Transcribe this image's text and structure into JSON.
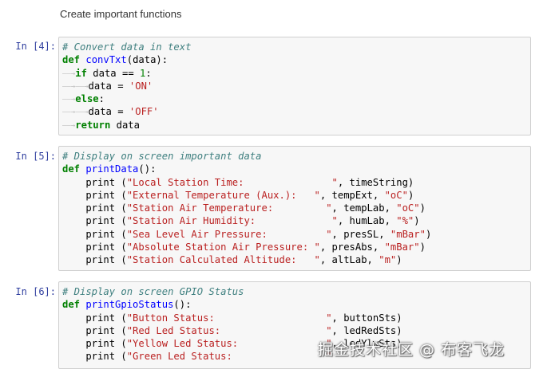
{
  "markdown": {
    "text": "Create important functions"
  },
  "cells": [
    {
      "prompt": "In [4]:",
      "lines": [
        [
          {
            "t": "cm",
            "v": "# Convert data in text"
          }
        ],
        [
          {
            "t": "kw",
            "v": "def "
          },
          {
            "t": "fn",
            "v": "convTxt"
          },
          {
            "t": "op",
            "v": "(data):"
          }
        ],
        [
          {
            "t": "tab",
            "v": "——→"
          },
          {
            "t": "kw",
            "v": "if"
          },
          {
            "t": "op",
            "v": " data "
          },
          {
            "t": "op",
            "v": "=="
          },
          {
            "t": "op",
            "v": " "
          },
          {
            "t": "nm",
            "v": "1"
          },
          {
            "t": "op",
            "v": ":"
          }
        ],
        [
          {
            "t": "tab",
            "v": "——→——→"
          },
          {
            "t": "op",
            "v": "data = "
          },
          {
            "t": "st",
            "v": "'ON'"
          }
        ],
        [
          {
            "t": "tab",
            "v": "——→"
          },
          {
            "t": "kw",
            "v": "else"
          },
          {
            "t": "op",
            "v": ":"
          }
        ],
        [
          {
            "t": "tab",
            "v": "——→——→"
          },
          {
            "t": "op",
            "v": "data = "
          },
          {
            "t": "st",
            "v": "'OFF'"
          }
        ],
        [
          {
            "t": "tab",
            "v": "——→"
          },
          {
            "t": "kw",
            "v": "return"
          },
          {
            "t": "op",
            "v": " data"
          }
        ]
      ]
    },
    {
      "prompt": "In [5]:",
      "lines": [
        [
          {
            "t": "cm",
            "v": "# Display on screen important data"
          }
        ],
        [
          {
            "t": "kw",
            "v": "def "
          },
          {
            "t": "fn",
            "v": "printData"
          },
          {
            "t": "op",
            "v": "():"
          }
        ],
        [
          {
            "t": "op",
            "v": "    print ("
          },
          {
            "t": "st",
            "v": "\"Local Station Time:               \""
          },
          {
            "t": "op",
            "v": ", timeString)"
          }
        ],
        [
          {
            "t": "op",
            "v": "    print ("
          },
          {
            "t": "st",
            "v": "\"External Temperature (Aux.):   \""
          },
          {
            "t": "op",
            "v": ", tempExt, "
          },
          {
            "t": "st",
            "v": "\"oC\""
          },
          {
            "t": "op",
            "v": ")"
          }
        ],
        [
          {
            "t": "op",
            "v": "    print ("
          },
          {
            "t": "st",
            "v": "\"Station Air Temperature:         \""
          },
          {
            "t": "op",
            "v": ", tempLab, "
          },
          {
            "t": "st",
            "v": "\"oC\""
          },
          {
            "t": "op",
            "v": ")"
          }
        ],
        [
          {
            "t": "op",
            "v": "    print ("
          },
          {
            "t": "st",
            "v": "\"Station Air Humidity:             \""
          },
          {
            "t": "op",
            "v": ", humLab, "
          },
          {
            "t": "st",
            "v": "\"%\""
          },
          {
            "t": "op",
            "v": ")"
          }
        ],
        [
          {
            "t": "op",
            "v": "    print ("
          },
          {
            "t": "st",
            "v": "\"Sea Level Air Pressure:          \""
          },
          {
            "t": "op",
            "v": ", presSL, "
          },
          {
            "t": "st",
            "v": "\"mBar\""
          },
          {
            "t": "op",
            "v": ")"
          }
        ],
        [
          {
            "t": "op",
            "v": "    print ("
          },
          {
            "t": "st",
            "v": "\"Absolute Station Air Pressure: \""
          },
          {
            "t": "op",
            "v": ", presAbs, "
          },
          {
            "t": "st",
            "v": "\"mBar\""
          },
          {
            "t": "op",
            "v": ")"
          }
        ],
        [
          {
            "t": "op",
            "v": "    print ("
          },
          {
            "t": "st",
            "v": "\"Station Calculated Altitude:   \""
          },
          {
            "t": "op",
            "v": ", altLab, "
          },
          {
            "t": "st",
            "v": "\"m\""
          },
          {
            "t": "op",
            "v": ")"
          }
        ]
      ]
    },
    {
      "prompt": "In [6]:",
      "lines": [
        [
          {
            "t": "cm",
            "v": "# Display on screen GPIO Status"
          }
        ],
        [
          {
            "t": "kw",
            "v": "def "
          },
          {
            "t": "fn",
            "v": "printGpioStatus"
          },
          {
            "t": "op",
            "v": "():"
          }
        ],
        [
          {
            "t": "op",
            "v": "    print ("
          },
          {
            "t": "st",
            "v": "\"Button Status:                   \""
          },
          {
            "t": "op",
            "v": ", buttonSts)"
          }
        ],
        [
          {
            "t": "op",
            "v": "    print ("
          },
          {
            "t": "st",
            "v": "\"Red Led Status:                  \""
          },
          {
            "t": "op",
            "v": ", ledRedSts)"
          }
        ],
        [
          {
            "t": "op",
            "v": "    print ("
          },
          {
            "t": "st",
            "v": "\"Yellow Led Status:               \""
          },
          {
            "t": "op",
            "v": ", ledYlwSts)"
          }
        ],
        [
          {
            "t": "op",
            "v": "    print ("
          },
          {
            "t": "st",
            "v": "\"Green Led Status:                \""
          }
        ]
      ]
    }
  ],
  "watermark": {
    "text": "掘金技术社区 @ 布客飞龙"
  }
}
